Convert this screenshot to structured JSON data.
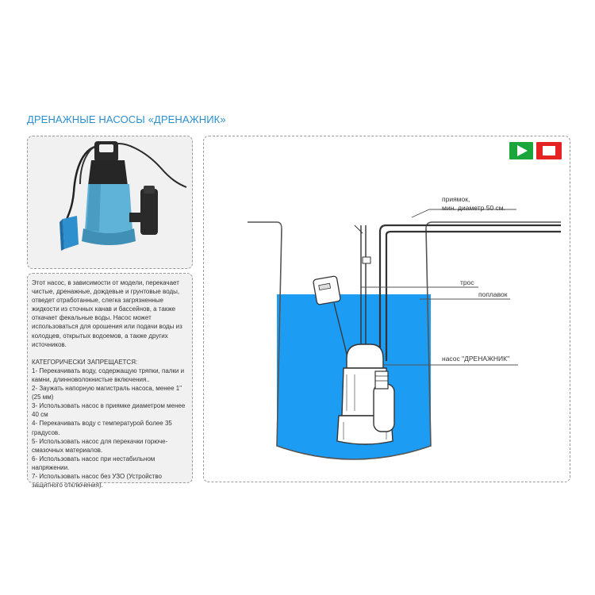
{
  "title": "ДРЕНАЖНЫЕ НАСОСЫ «ДРЕНАЖНИК»",
  "description": "Этот насос, в зависимости от модели, перекачает чистые, дренажные, дождевые и грунтовые воды, отведет отработанные, слегка загрязненные жидкости из сточных канав и бассейнов, а также откачает фекальные воды. Насос может использоваться для орошения или подачи воды из колодцев, открытых водоемов, а также других источников.",
  "prohibited_heading": "КАТЕГОРИЧЕСКИ ЗАПРЕЩАЕТСЯ:",
  "prohibited_items": [
    "1- Перекачивать воду, содержащую тряпки, палки и камни, длинноволокнистые включения..",
    "2- Заужать напорную магистраль насоса, менее 1\" (25 мм)",
    "3- Использовать насос в приямке диаметром менее 40 см",
    "4- Перекачивать воду с температурой более 35 градусов.",
    "5- Использовать насос для перекачки горюче-смазочных материалов.",
    "6- Использовать насос при нестабильном напряжении.",
    "7- Использовать насос без УЗО (Устройство защитного отключения)."
  ],
  "labels": {
    "pit": "приямок,",
    "pit_diameter": "мин. диаметр 50 см.",
    "rope": "трос",
    "float": "поплавок",
    "pump": "насос \"ДРЕНАЖНИК\""
  },
  "colors": {
    "accent": "#2a8fd0",
    "water": "#1c9cf2",
    "play_button": "#1aa63a",
    "stop_button": "#e52323",
    "pump_body": "#5fb3d8"
  },
  "icons": {
    "play": "play-icon",
    "stop": "stop-icon"
  }
}
